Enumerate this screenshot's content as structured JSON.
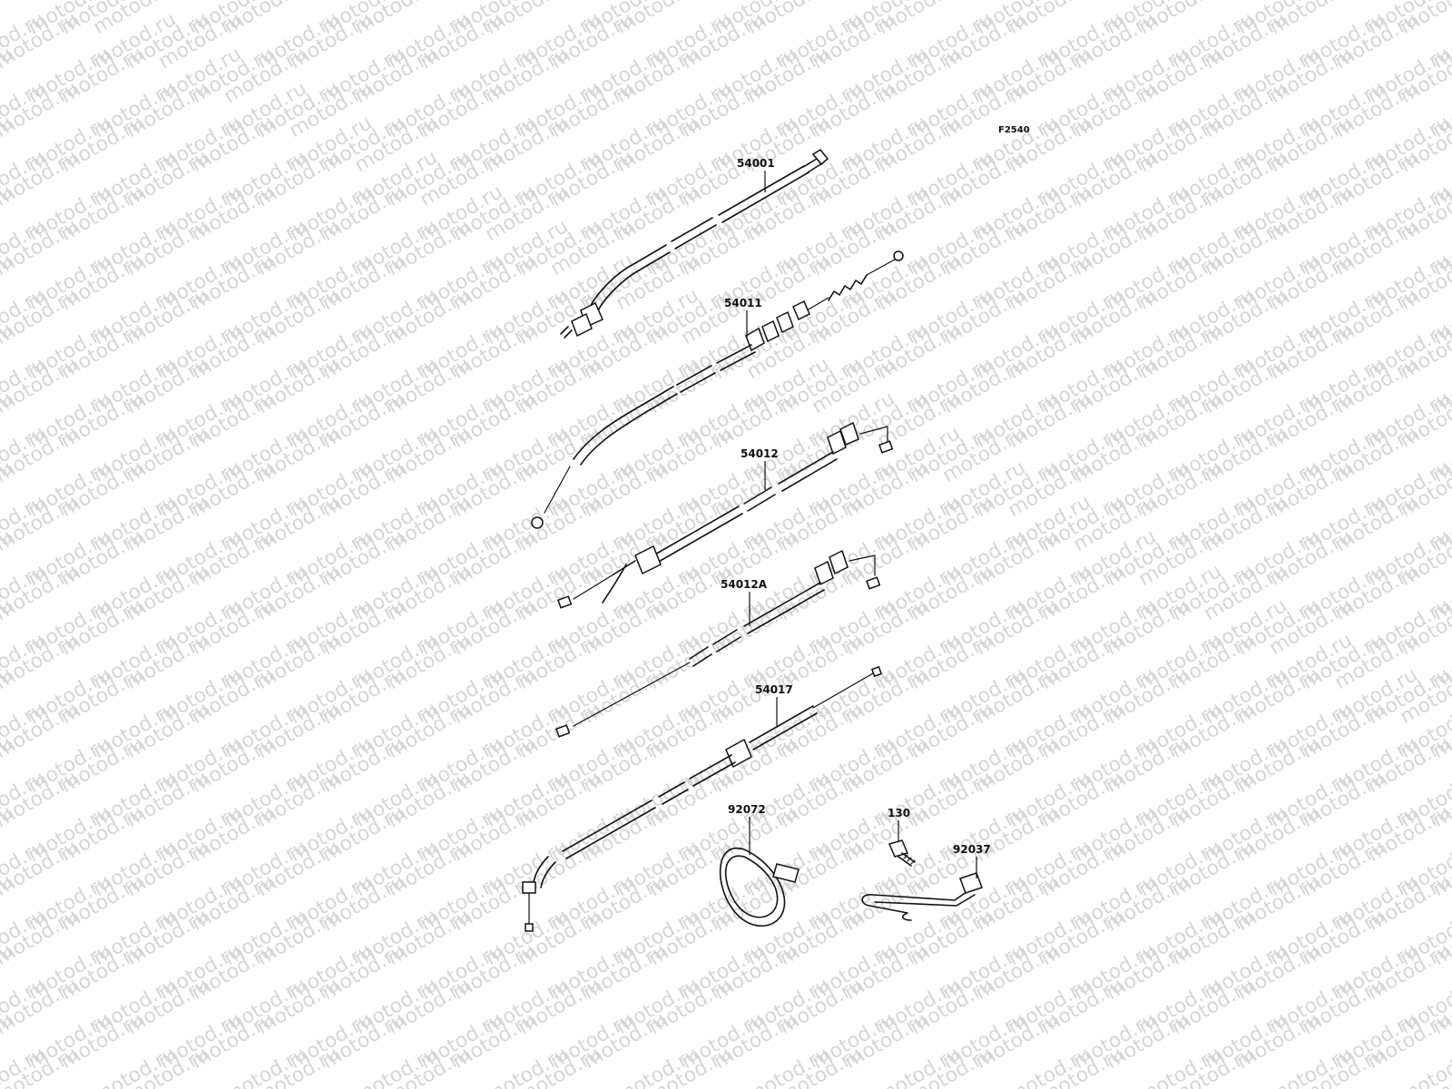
{
  "diagram_code": "F2540",
  "watermark": "motod.ru",
  "callouts": {
    "p54001": "54001",
    "p54011": "54011",
    "p54012": "54012",
    "p54012a": "54012A",
    "p54017": "54017",
    "p92072": "92072",
    "p130": "130",
    "p92037": "92037"
  },
  "colors": {
    "line": "#111111",
    "watermark": "#d6d6d6",
    "background": "#ffffff"
  }
}
